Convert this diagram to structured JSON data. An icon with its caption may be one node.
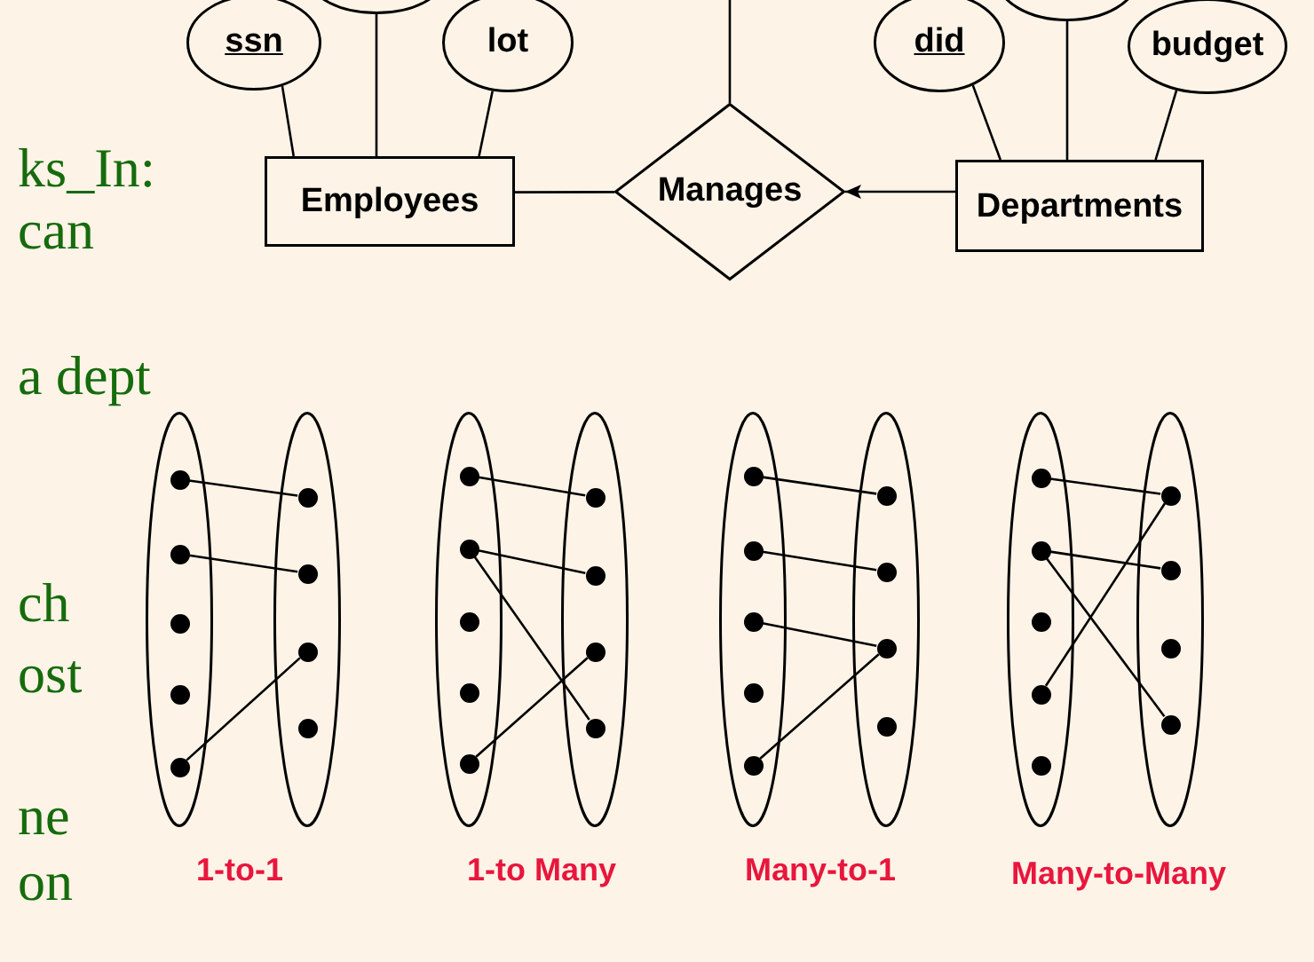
{
  "diagram": {
    "nodes": [
      {
        "text": [
          "ssn"
        ]
      },
      {
        "text": [],
        "shape": "ellipse"
      },
      {
        "text": [
          "lot"
        ]
      },
      {
        "text": [
          "Employees"
        ]
      },
      {
        "text": [
          "Manages"
        ]
      },
      {
        "text": [
          "did"
        ]
      },
      {
        "text": [],
        "shape": "ellipse"
      },
      {
        "text": [
          "budget"
        ]
      },
      {
        "text": [
          "Departments"
        ]
      },
      {
        "text": [],
        "shape": "ellipse"
      },
      {
        "text": [],
        "shape": "circle",
        "in": 9
      },
      {
        "text": [],
        "shape": "circle",
        "in": 9
      },
      {
        "text": [],
        "shape": "circle",
        "in": 9
      },
      {
        "text": [],
        "shape": "circle",
        "in": 9
      },
      {
        "text": [],
        "shape": "circle",
        "in": 9
      },
      {
        "text": [],
        "shape": "ellipse"
      },
      {
        "text": [],
        "shape": "circle",
        "in": 15
      },
      {
        "text": [],
        "shape": "circle",
        "in": 15
      },
      {
        "text": [],
        "shape": "circle",
        "in": 15
      },
      {
        "text": [],
        "shape": "circle",
        "in": 15
      },
      {
        "text": [],
        "shape": "ellipse"
      },
      {
        "text": [],
        "shape": "circle",
        "in": 20
      },
      {
        "text": [],
        "shape": "circle",
        "in": 20
      },
      {
        "text": [],
        "shape": "circle",
        "in": 20
      },
      {
        "text": [],
        "shape": "circle",
        "in": 20
      },
      {
        "text": [],
        "shape": "circle",
        "in": 20
      },
      {
        "text": [],
        "shape": "ellipse"
      },
      {
        "text": [],
        "shape": "circle",
        "in": 26
      },
      {
        "text": [],
        "shape": "circle",
        "in": 26
      },
      {
        "text": [],
        "shape": "circle",
        "in": 26
      },
      {
        "text": [],
        "shape": "circle",
        "in": 26
      },
      {
        "text": [],
        "shape": "ellipse"
      },
      {
        "text": [],
        "shape": "circle",
        "in": 31
      },
      {
        "text": [],
        "shape": "circle",
        "in": 31
      },
      {
        "text": [],
        "shape": "circle",
        "in": 31
      },
      {
        "text": [],
        "shape": "circle",
        "in": 31
      },
      {
        "text": [],
        "shape": "circle",
        "in": 31
      },
      {
        "text": [],
        "shape": "ellipse"
      },
      {
        "text": [],
        "shape": "circle",
        "in": 37
      },
      {
        "text": [],
        "shape": "circle",
        "in": 37
      },
      {
        "text": [],
        "shape": "circle",
        "in": 37
      },
      {
        "text": [],
        "shape": "circle",
        "in": 37
      },
      {
        "text": [],
        "shape": "ellipse"
      },
      {
        "text": [],
        "shape": "circle",
        "in": 42
      },
      {
        "text": [],
        "shape": "circle",
        "in": 42
      },
      {
        "text": [],
        "shape": "circle",
        "in": 42
      },
      {
        "text": [],
        "shape": "circle",
        "in": 42
      },
      {
        "text": [],
        "shape": "circle",
        "in": 42
      },
      {
        "text": [],
        "shape": "ellipse"
      },
      {
        "text": [],
        "shape": "circle",
        "in": 48
      },
      {
        "text": [],
        "shape": "circle",
        "in": 48
      },
      {
        "text": [],
        "shape": "circle",
        "in": 48
      },
      {
        "text": [],
        "shape": "circle",
        "in": 48
      }
    ],
    "edges": [
      {
        "from": 0,
        "to": 3,
        "arrow": "none"
      },
      {
        "from": 1,
        "to": 3,
        "arrow": "none"
      },
      {
        "from": 2,
        "to": 3,
        "arrow": "none"
      },
      {
        "from": 3,
        "to": 4,
        "arrow": "none"
      },
      {
        "from": 8,
        "to": 4,
        "arrow": "to"
      },
      {
        "from": 4,
        "to": null,
        "arrow": "none"
      },
      {
        "from": 5,
        "to": 8,
        "arrow": "none"
      },
      {
        "from": 6,
        "to": 8,
        "arrow": "none"
      },
      {
        "from": 7,
        "to": 8,
        "arrow": "none"
      },
      {
        "from": 10,
        "to": 16,
        "arrow": "none"
      },
      {
        "from": 11,
        "to": 17,
        "arrow": "none"
      },
      {
        "from": 14,
        "to": 18,
        "arrow": "none"
      },
      {
        "from": 21,
        "to": 27,
        "arrow": "none"
      },
      {
        "from": 22,
        "to": 28,
        "arrow": "none"
      },
      {
        "from": 22,
        "to": 30,
        "arrow": "none"
      },
      {
        "from": 25,
        "to": 29,
        "arrow": "none"
      },
      {
        "from": 32,
        "to": 38,
        "arrow": "none"
      },
      {
        "from": 33,
        "to": 39,
        "arrow": "none"
      },
      {
        "from": 34,
        "to": 40,
        "arrow": "none"
      },
      {
        "from": 36,
        "to": 40,
        "arrow": "none"
      },
      {
        "from": 43,
        "to": 49,
        "arrow": "none"
      },
      {
        "from": 44,
        "to": 50,
        "arrow": "none"
      },
      {
        "from": 44,
        "to": 52,
        "arrow": "none"
      },
      {
        "from": 46,
        "to": 49,
        "arrow": "none"
      }
    ],
    "labels": [
      "ks_In:",
      "can",
      "a dept",
      "ch",
      "ost",
      "ne",
      "on",
      "1-to-1",
      "1-to Many",
      "Many-to-1",
      "Many-to-Many"
    ]
  }
}
